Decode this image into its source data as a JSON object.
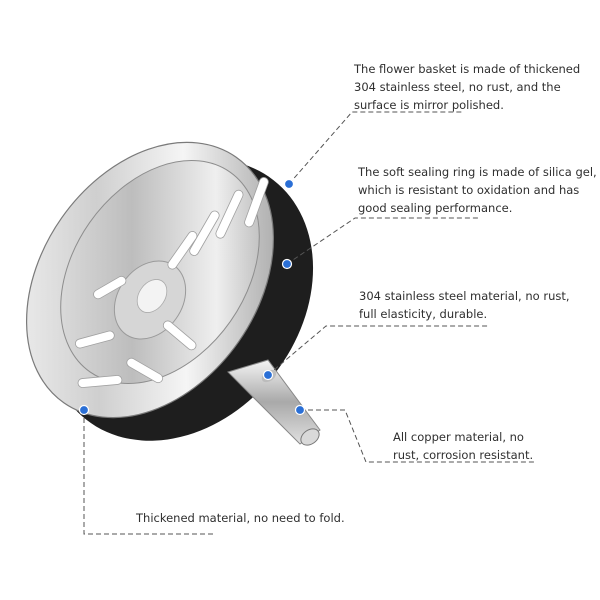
{
  "product": {
    "name_icon": "sink-strainer-basket-illustration"
  },
  "colors": {
    "background": "#ffffff",
    "text": "#2f2f2f",
    "leader_line": "#555555",
    "marker_dot": "#2a6fd6",
    "steel_light": "#f2f2f2",
    "steel_dark": "#6f6f6f",
    "gasket": "#1e1e1e"
  },
  "callouts": [
    {
      "id": "basket",
      "lines": [
        "The flower basket is made of thickened",
        "304 stainless steel, no rust, and the",
        "surface is mirror polished."
      ]
    },
    {
      "id": "sealing-ring",
      "lines": [
        "The soft sealing ring is made of silica gel,",
        " which is resistant to oxidation and has",
        "good sealing performance."
      ]
    },
    {
      "id": "steel-material",
      "lines": [
        "304 stainless steel material, no rust,",
        "full elasticity, durable."
      ]
    },
    {
      "id": "copper-stem",
      "lines": [
        "All copper material, no",
        "rust, corrosion resistant."
      ]
    },
    {
      "id": "thickened",
      "lines": [
        "Thickened material, no need to fold."
      ]
    }
  ]
}
